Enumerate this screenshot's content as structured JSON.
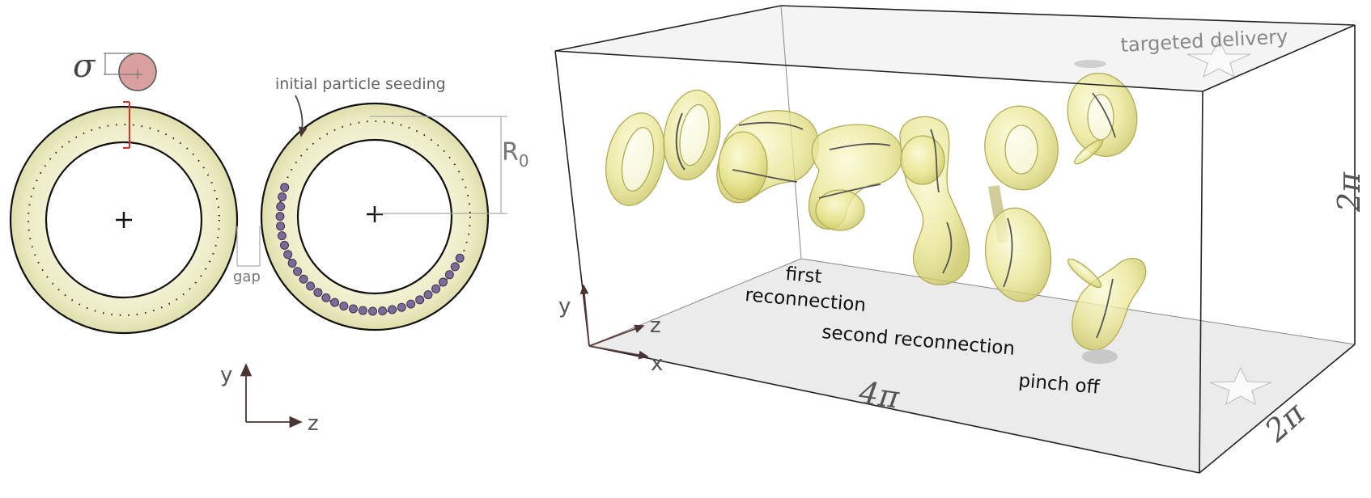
{
  "left_panel": {
    "sigma_label": "σ",
    "seeding_label": "initial particle seeding",
    "radius_label": "R",
    "radius_subscript": "0",
    "gap_label": "gap",
    "axis_y": "y",
    "axis_z": "z",
    "colors": {
      "ring_fill": "#efefc8",
      "ring_edge": "#e2e0ad",
      "particle": "#7a6b98",
      "sigma_circle": "#d99c9c",
      "bracket": "#d9302a"
    }
  },
  "right_panel": {
    "labels": {
      "targeted": "targeted delivery",
      "first_line1": "first",
      "first_line2": "reconnection",
      "second": "second reconnection",
      "pinch": "pinch off",
      "length_x": "4π",
      "length_y": "2π",
      "length_z": "2π",
      "axis_y": "y",
      "axis_z": "z",
      "axis_x": "x"
    },
    "colors": {
      "tube": "#e6e68a",
      "tube_edge": "#b4b45a",
      "floor": "#ececec",
      "axis_arrow": "#5a3a3a"
    }
  }
}
